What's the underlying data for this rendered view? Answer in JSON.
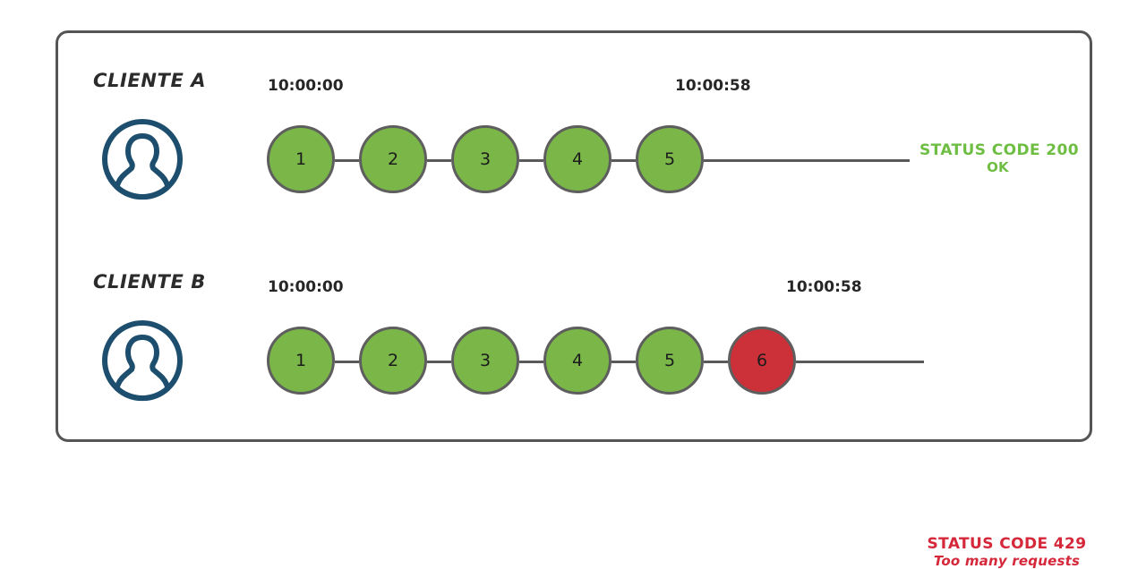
{
  "diagram": {
    "title_visible": false,
    "colors": {
      "node_ok": "#7AB648",
      "node_error": "#CC3038",
      "node_stroke": "#5E5E5E",
      "connector": "#5A5A5A",
      "avatar": "#1D4E6E",
      "status_ok": "#6FBE44",
      "status_error": "#D6283B",
      "frame": "#555555"
    },
    "rows": [
      {
        "client_label": "CLIENTE A",
        "avatar_icon": "user-avatar-icon",
        "time_start": "10:00:00",
        "time_end": "10:00:58",
        "nodes": [
          {
            "label": "1",
            "state": "ok"
          },
          {
            "label": "2",
            "state": "ok"
          },
          {
            "label": "3",
            "state": "ok"
          },
          {
            "label": "4",
            "state": "ok"
          },
          {
            "label": "5",
            "state": "ok"
          }
        ],
        "status": {
          "line1": "STATUS CODE 200",
          "line2": "OK",
          "state": "ok"
        }
      },
      {
        "client_label": "CLIENTE B",
        "avatar_icon": "user-avatar-icon",
        "time_start": "10:00:00",
        "time_end": "10:00:58",
        "nodes": [
          {
            "label": "1",
            "state": "ok"
          },
          {
            "label": "2",
            "state": "ok"
          },
          {
            "label": "3",
            "state": "ok"
          },
          {
            "label": "4",
            "state": "ok"
          },
          {
            "label": "5",
            "state": "ok"
          },
          {
            "label": "6",
            "state": "error"
          }
        ],
        "status": {
          "line1": "STATUS CODE 429",
          "line2": "Too many requests",
          "state": "error"
        }
      }
    ]
  }
}
